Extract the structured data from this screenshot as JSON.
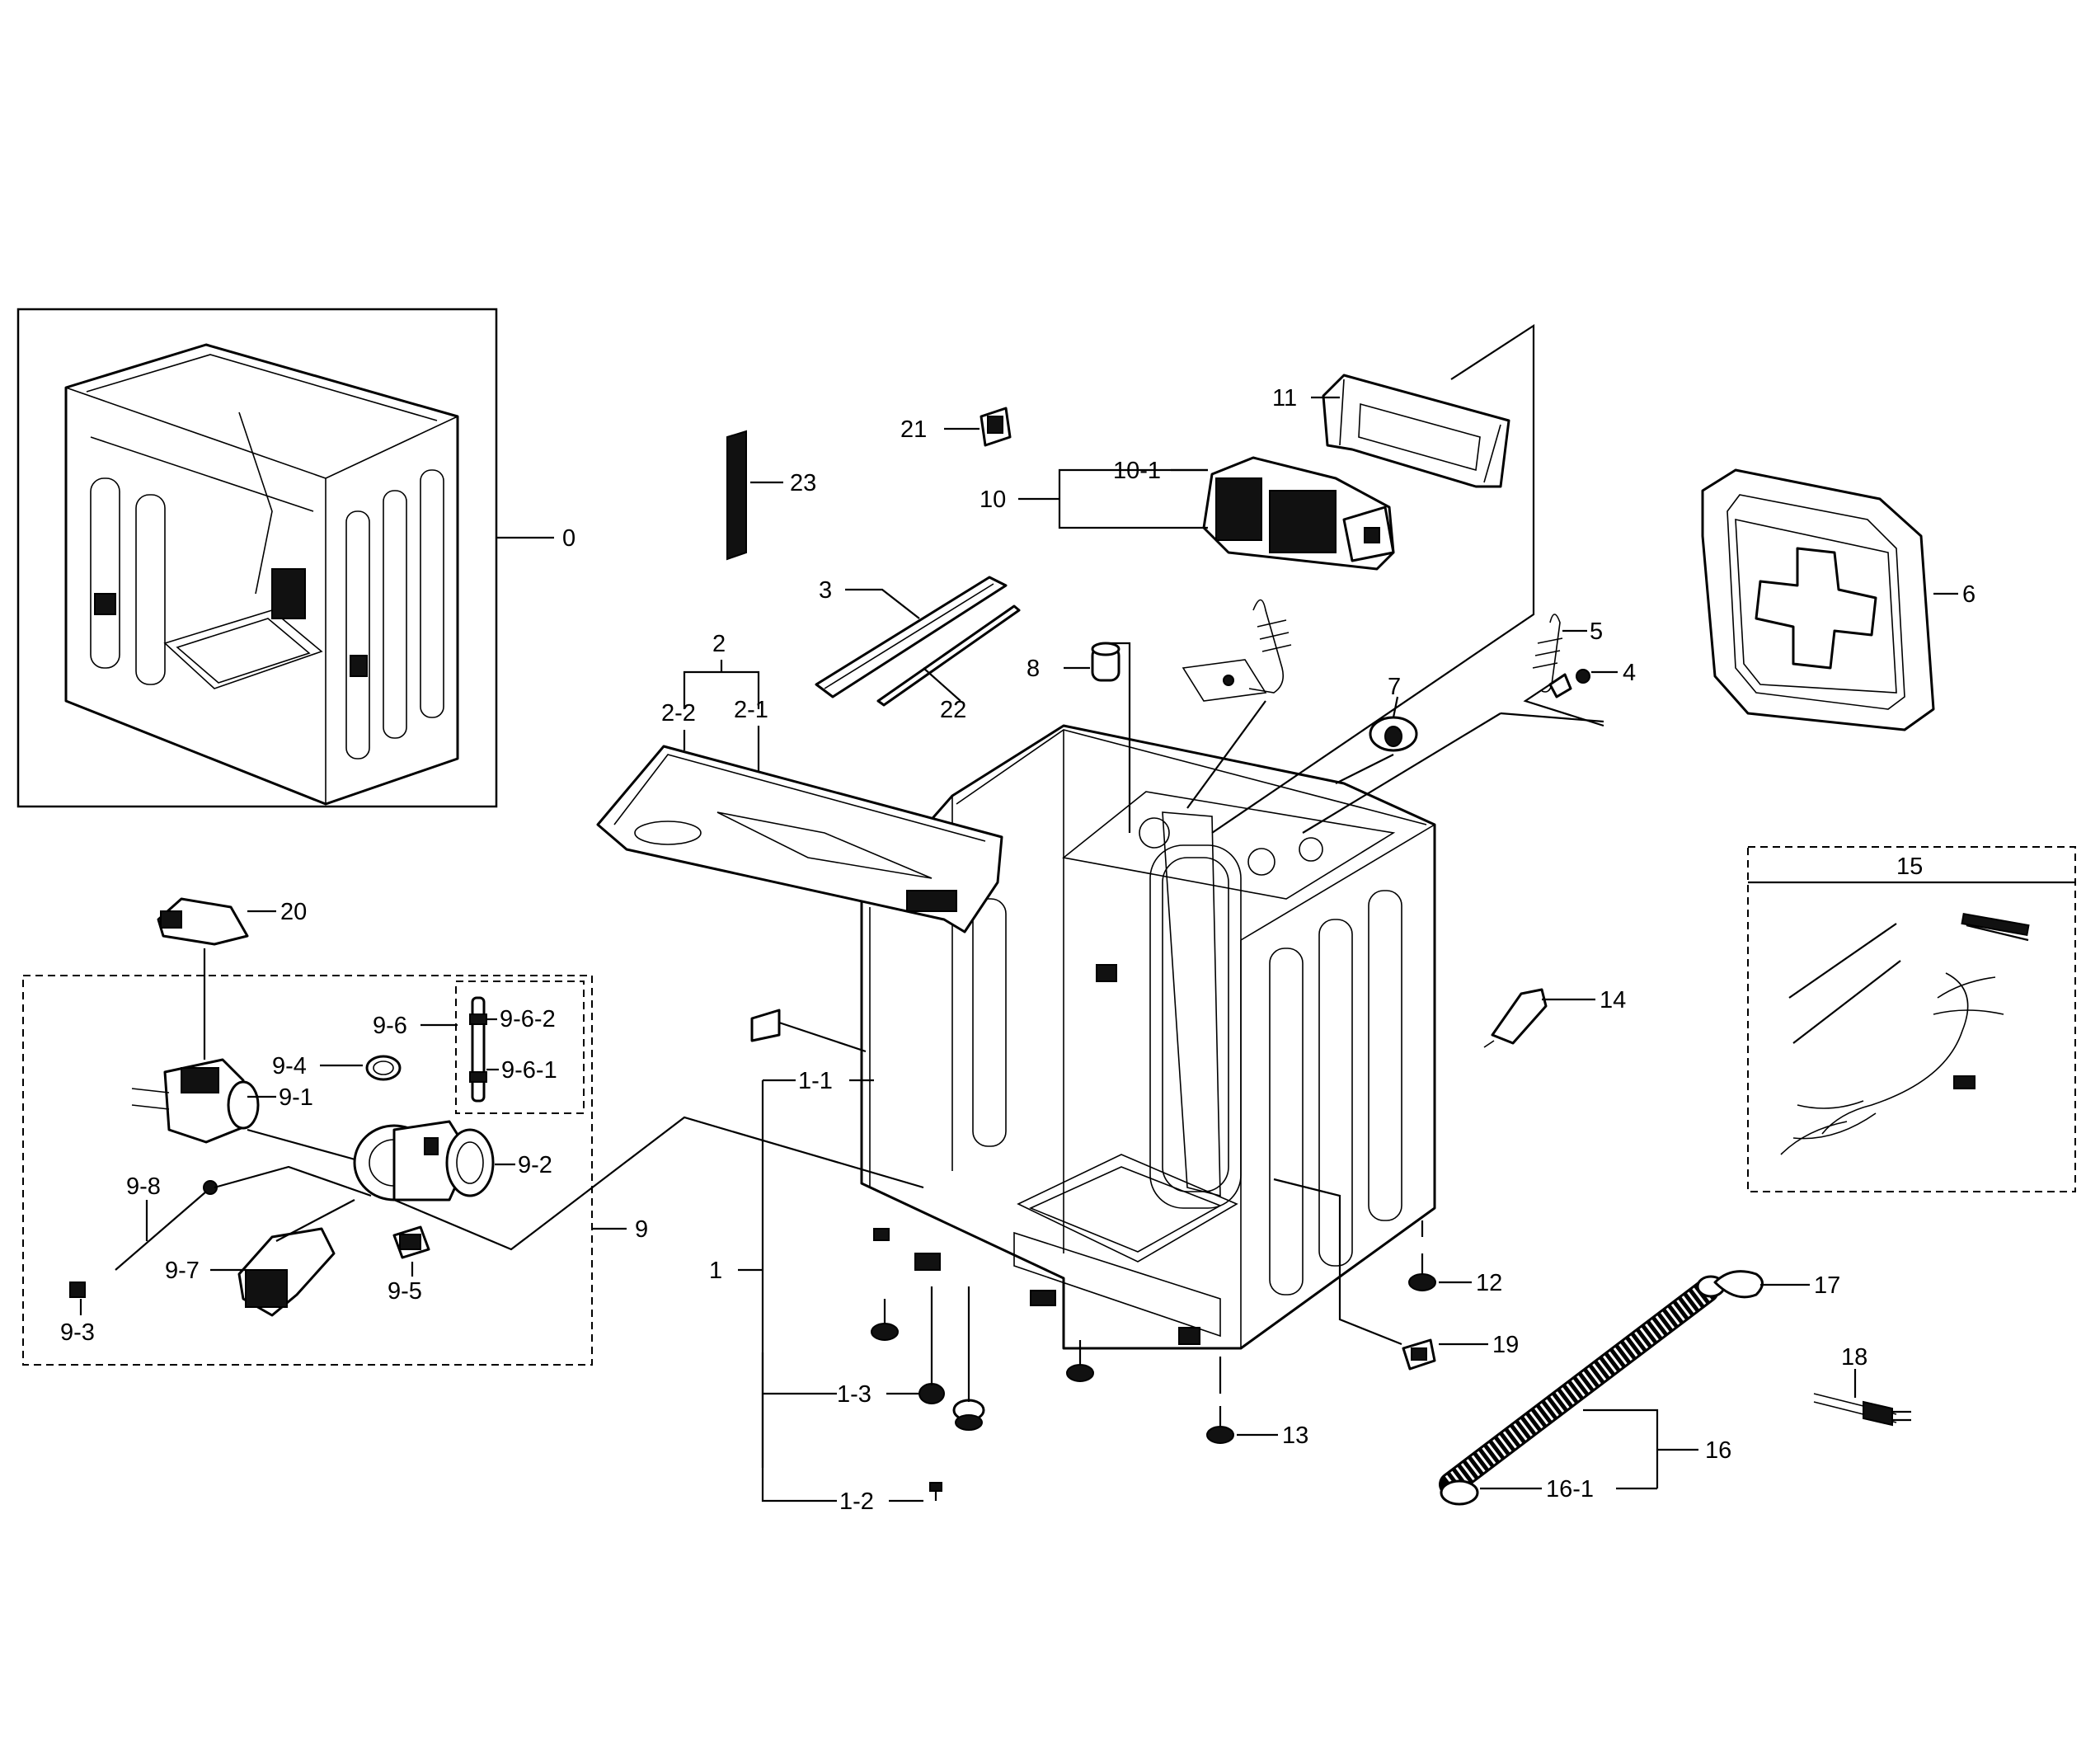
{
  "labels": {
    "l0": "0",
    "l1": "1",
    "l1_1": "1-1",
    "l1_2": "1-2",
    "l1_3": "1-3",
    "l2": "2",
    "l2_1": "2-1",
    "l2_2": "2-2",
    "l3": "3",
    "l4": "4",
    "l5": "5",
    "l6": "6",
    "l7": "7",
    "l8": "8",
    "l9": "9",
    "l9_1": "9-1",
    "l9_2": "9-2",
    "l9_3": "9-3",
    "l9_4": "9-4",
    "l9_5": "9-5",
    "l9_6": "9-6",
    "l9_6_1": "9-6-1",
    "l9_6_2": "9-6-2",
    "l9_7": "9-7",
    "l9_8": "9-8",
    "l10": "10",
    "l10_1": "10-1",
    "l11": "11",
    "l12": "12",
    "l13": "13",
    "l14": "14",
    "l15": "15",
    "l16": "16",
    "l16_1": "16-1",
    "l17": "17",
    "l18": "18",
    "l19": "19",
    "l20": "20",
    "l21": "21",
    "l22": "22",
    "l23": "23"
  }
}
